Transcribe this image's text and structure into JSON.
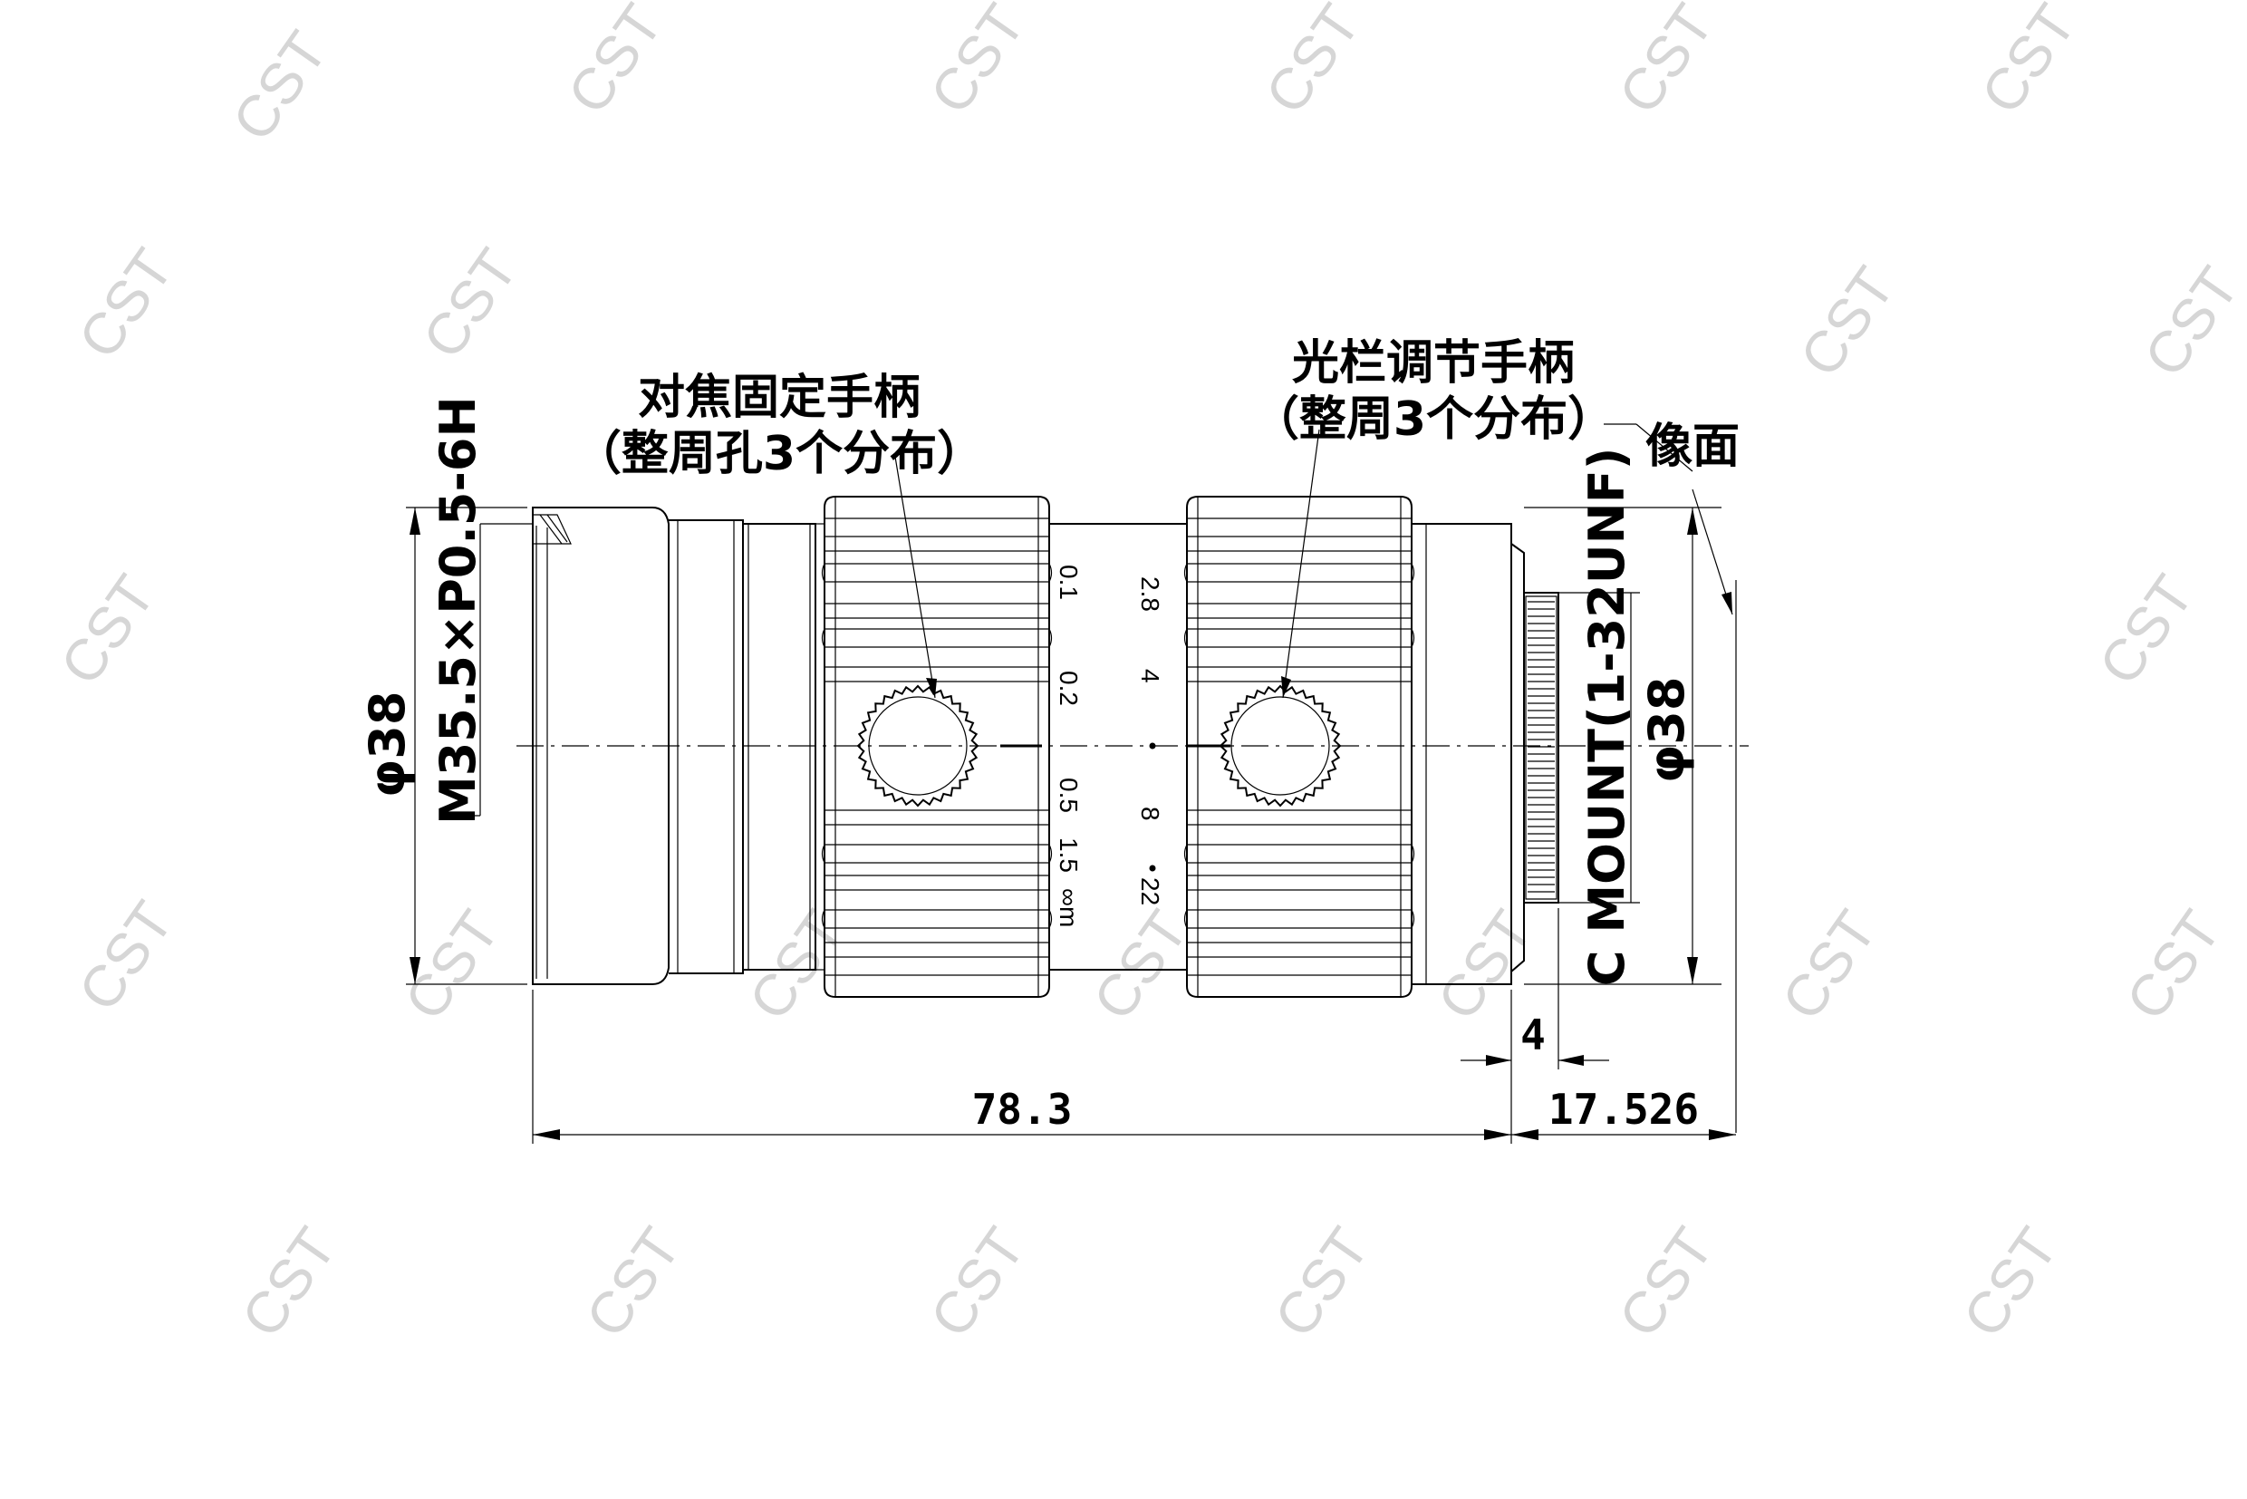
{
  "watermark": "CST",
  "labels": {
    "focus_handle_line1": "对焦固定手柄",
    "focus_handle_line2": "（整周孔3个分布）",
    "iris_handle_line1": "光栏调节手柄",
    "iris_handle_line2": "（整周3个分布）",
    "image_plane": "像面",
    "front_diameter": "φ38",
    "front_thread": "M35.5×P0.5-6H",
    "rear_diameter": "φ38",
    "mount": "C MOUNT(1-32UNF)"
  },
  "dimensions": {
    "length": "78.3",
    "flange": "17.526",
    "mount_length": "4"
  },
  "focus_scale": [
    "0.1",
    "0.2",
    "0.5",
    "1.5",
    "∞m"
  ],
  "iris_scale": {
    "top": [
      "2.8",
      "4"
    ],
    "bottom": [
      "8",
      "22"
    ]
  }
}
